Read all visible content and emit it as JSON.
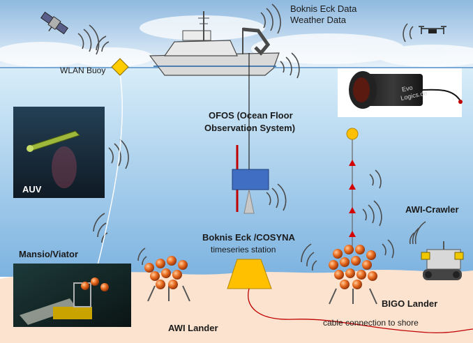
{
  "header": {
    "data_line1": "Boknis Eck Data",
    "data_line2": "Weather Data"
  },
  "labels": {
    "wlan_buoy": "WLAN Buoy",
    "ofos_line1": "OFOS (Ocean Floor",
    "ofos_line2": "Observation System)",
    "auv": "AUV",
    "mansio": "Mansio/Viator",
    "station_line1": "Boknis Eck /COSYNA",
    "station_line2": "timeseries  station",
    "awi_crawler": "AWI-Crawler",
    "bigo_lander": "BIGO Lander",
    "awi_lander": "AWI Lander",
    "cable": "cable connection to shore"
  },
  "modem_text": {
    "line1": "Evo",
    "line2": "Logics.de"
  },
  "colors": {
    "sky_top": "#9cc3e6",
    "sea_top": "#d6ecf9",
    "sea_bottom": "#7fb6e2",
    "seafloor": "#fbe3cf",
    "station": "#ffc000",
    "buoy": "#ffcc00",
    "wave": "#4a4a4a",
    "ofos_box": "#3f6ec2",
    "cable": "#c00000",
    "ship": "#d9d9d9"
  },
  "icons": {
    "satellite": "satellite-icon",
    "drone": "drone-icon",
    "ship": "research-ship-icon",
    "buoy": "wlan-buoy-icon",
    "modem": "acoustic-modem-icon"
  }
}
